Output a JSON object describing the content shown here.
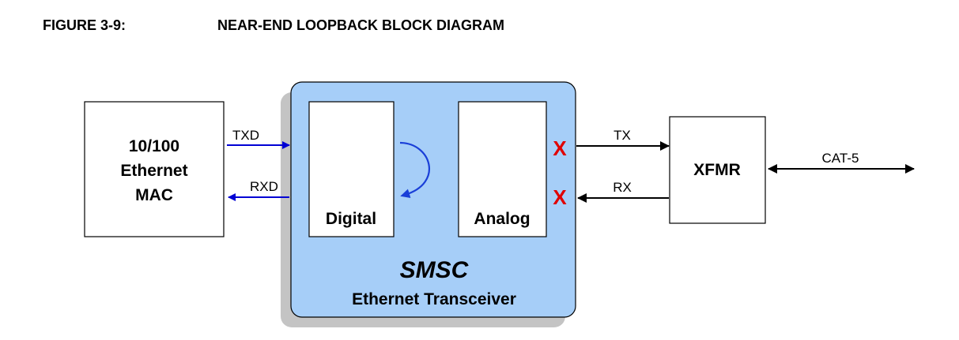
{
  "figure": {
    "number": "FIGURE 3-9:",
    "title": "NEAR-END LOOPBACK BLOCK DIAGRAM"
  },
  "blocks": {
    "mac": {
      "lines": [
        "10/100",
        "Ethernet",
        "MAC"
      ]
    },
    "transceiver": {
      "brand": "SMSC",
      "name": "Ethernet Transceiver"
    },
    "digital": "Digital",
    "analog": "Analog",
    "xfmr": "XFMR"
  },
  "signals": {
    "txd": "TXD",
    "rxd": "RXD",
    "tx": "TX",
    "rx": "RX",
    "cat5": "CAT-5"
  },
  "markers": {
    "cross": "X"
  },
  "colors": {
    "transceiver_fill": "#a6cef8",
    "shadow": "#c4c4c4",
    "mac_link": "#0000d4",
    "loopback_arrow": "#1a3fd8",
    "cross": "#e00000",
    "line": "#000000"
  }
}
